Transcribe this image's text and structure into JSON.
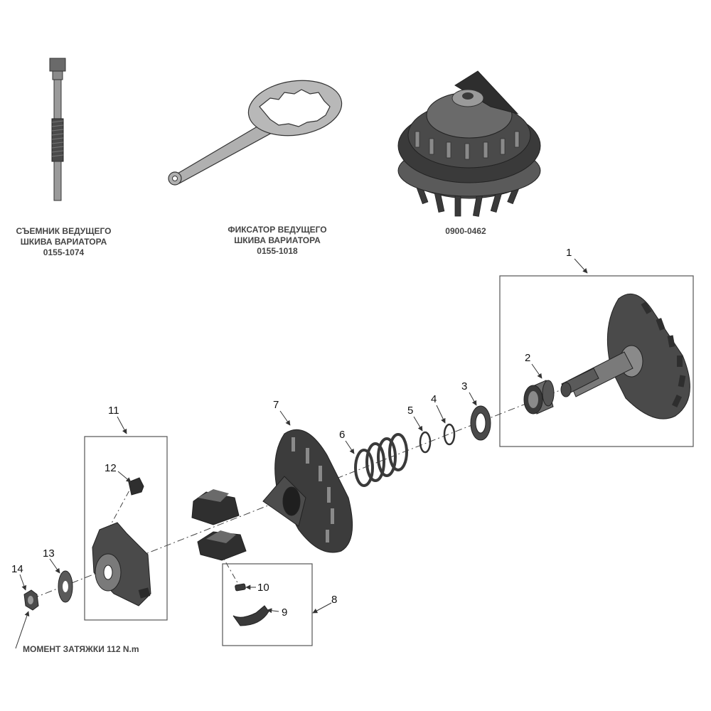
{
  "tools": {
    "puller": {
      "line1": "СЪЕМНИК ВЕДУЩЕГО",
      "line2": "ШКИВА ВАРИАТОРА",
      "part": "0155-1074"
    },
    "holder": {
      "line1": "ФИКСАТОР ВЕДУЩЕГО",
      "line2": "ШКИВА  ВАРИАТОРА",
      "part": "0155-1018"
    },
    "assembly": {
      "part": "0900-0462"
    }
  },
  "callouts": [
    "1",
    "2",
    "3",
    "4",
    "5",
    "6",
    "7",
    "8",
    "9",
    "10",
    "11",
    "12",
    "13",
    "14"
  ],
  "torque_note": "МОМЕНТ ЗАТЯЖКИ 112 N.m",
  "colors": {
    "part_dark": "#3a3a3a",
    "part_mid": "#5a5a5a",
    "part_light": "#8a8a8a",
    "line": "#333333",
    "frame": "#555555"
  }
}
